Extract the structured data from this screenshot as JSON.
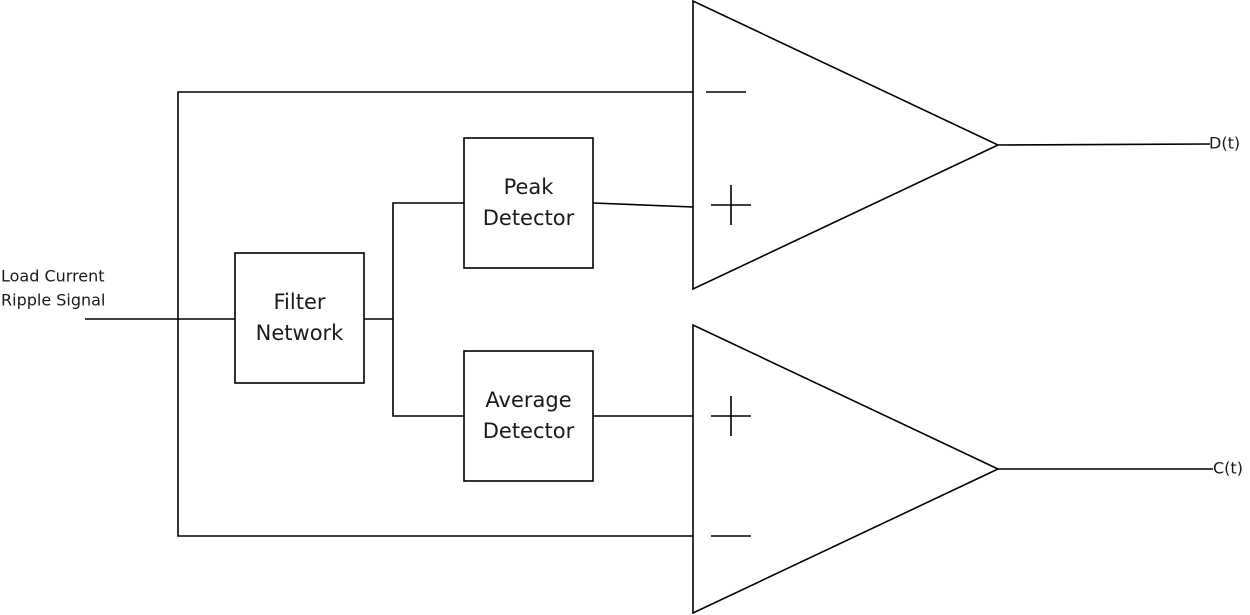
{
  "input_label": [
    "Load Current",
    "Ripple Signal"
  ],
  "blocks": {
    "filter": [
      "Filter",
      "Network"
    ],
    "peak": [
      "Peak",
      "Detector"
    ],
    "average": [
      "Average",
      "Detector"
    ]
  },
  "comparators": {
    "top": {
      "output": "D(t)",
      "inverting": "−",
      "noninverting": "+"
    },
    "bottom": {
      "output": "C(t)",
      "inverting": "−",
      "noninverting": "+"
    }
  },
  "colors": {
    "stroke": "#000000",
    "background": "#ffffff"
  }
}
